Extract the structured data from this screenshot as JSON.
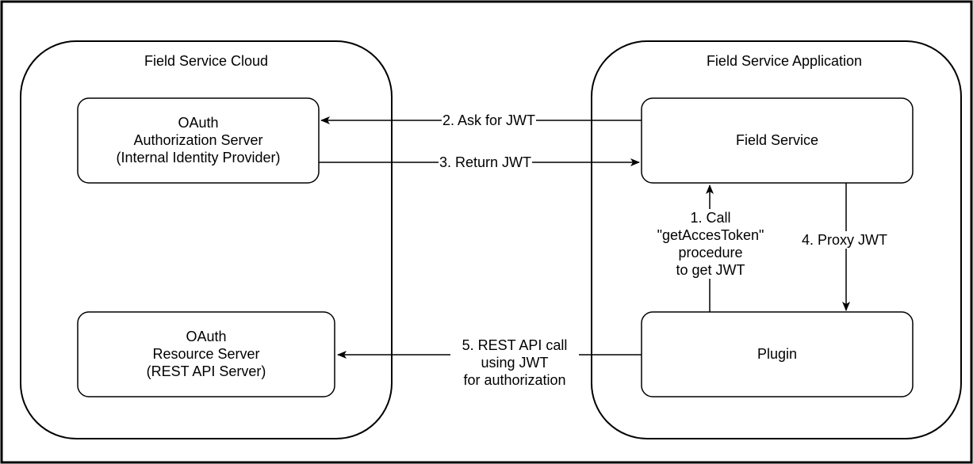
{
  "colors": {
    "stroke": "#000000",
    "fill": "#ffffff",
    "text": "#000000"
  },
  "containers": {
    "cloud": {
      "title": "Field Service Cloud"
    },
    "application": {
      "title": "Field Service Application"
    }
  },
  "nodes": {
    "auth_server": {
      "lines": [
        "OAuth",
        "Authorization Server",
        "(Internal Identity Provider)"
      ]
    },
    "resource_server": {
      "lines": [
        "OAuth",
        "Resource Server",
        "(REST API Server)"
      ]
    },
    "field_service": {
      "label": "Field Service"
    },
    "plugin": {
      "label": "Plugin"
    }
  },
  "edges": {
    "call": {
      "lines": [
        "1. Call",
        "\"getAccesToken\"",
        "procedure",
        "to get JWT"
      ]
    },
    "ask": {
      "label": "2. Ask for JWT"
    },
    "return": {
      "label": "3. Return JWT"
    },
    "proxy": {
      "label": "4. Proxy JWT"
    },
    "rest": {
      "lines": [
        "5. REST API call",
        "using JWT",
        "for authorization"
      ]
    }
  }
}
